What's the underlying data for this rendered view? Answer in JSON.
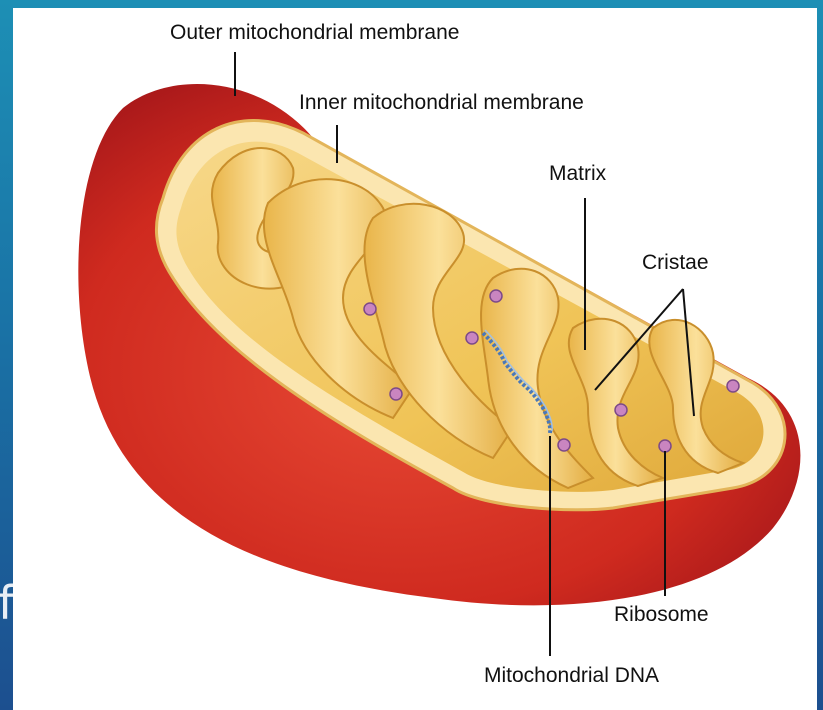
{
  "slide": {
    "edge_text": "f"
  },
  "diagram": {
    "labels": {
      "outer_membrane": "Outer mitochondrial membrane",
      "inner_membrane": "Inner mitochondrial membrane",
      "matrix": "Matrix",
      "cristae": "Cristae",
      "ribosome": "Ribosome",
      "mito_dna": "Mitochondrial DNA"
    },
    "colors": {
      "outer_membrane": "#c8241e",
      "inner_membrane": "#f0c45a",
      "matrix": "#f3cd6c",
      "ribosome": "#b06fa8",
      "dna": "#4a78b8"
    }
  }
}
